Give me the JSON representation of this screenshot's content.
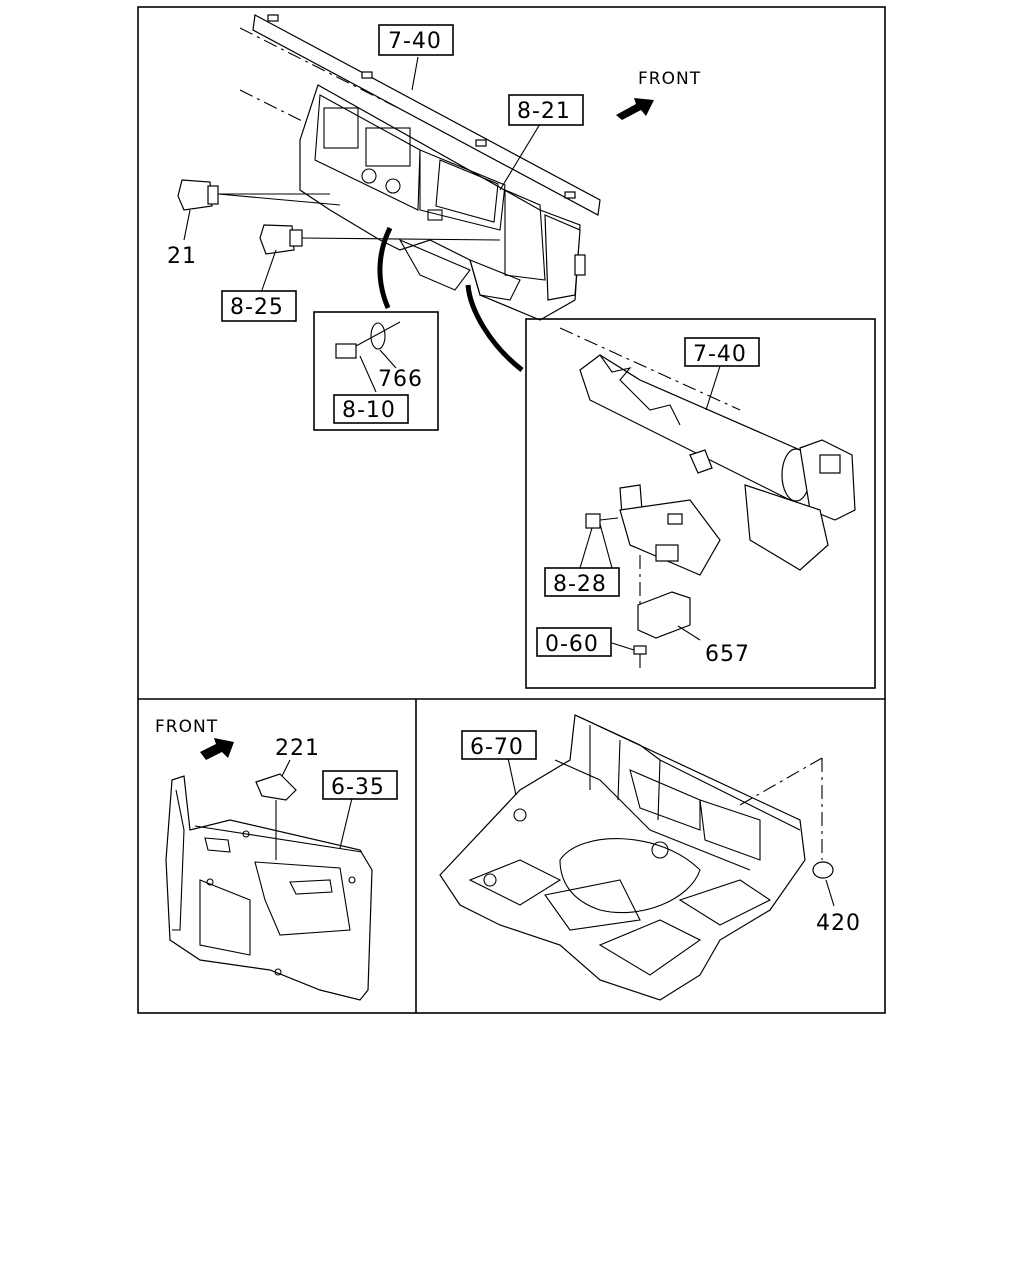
{
  "diagram": {
    "top_panel": {
      "front_label": "FRONT",
      "callouts": {
        "instrument_panel_main": "7-40",
        "cluster_ref": "8-21",
        "switch_part": "21",
        "switch_ref": "8-25"
      },
      "detail_clip": {
        "part": "766",
        "ref": "8-10"
      },
      "detail_bracket": {
        "panel_ref": "7-40",
        "bracket_ref": "8-28",
        "screw_ref": "0-60",
        "module_part": "657"
      }
    },
    "bottom_left_panel": {
      "front_label": "FRONT",
      "cover_part": "221",
      "trim_ref": "6-35"
    },
    "bottom_right_panel": {
      "floor_ref": "6-70",
      "grommet_part": "420"
    }
  }
}
